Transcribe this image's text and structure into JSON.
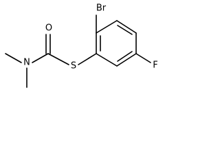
{
  "molecule": {
    "atoms": {
      "bromine": "Br",
      "oxygen": "O",
      "nitrogen": "N",
      "sulfur": "S",
      "fluorine": "F"
    }
  }
}
